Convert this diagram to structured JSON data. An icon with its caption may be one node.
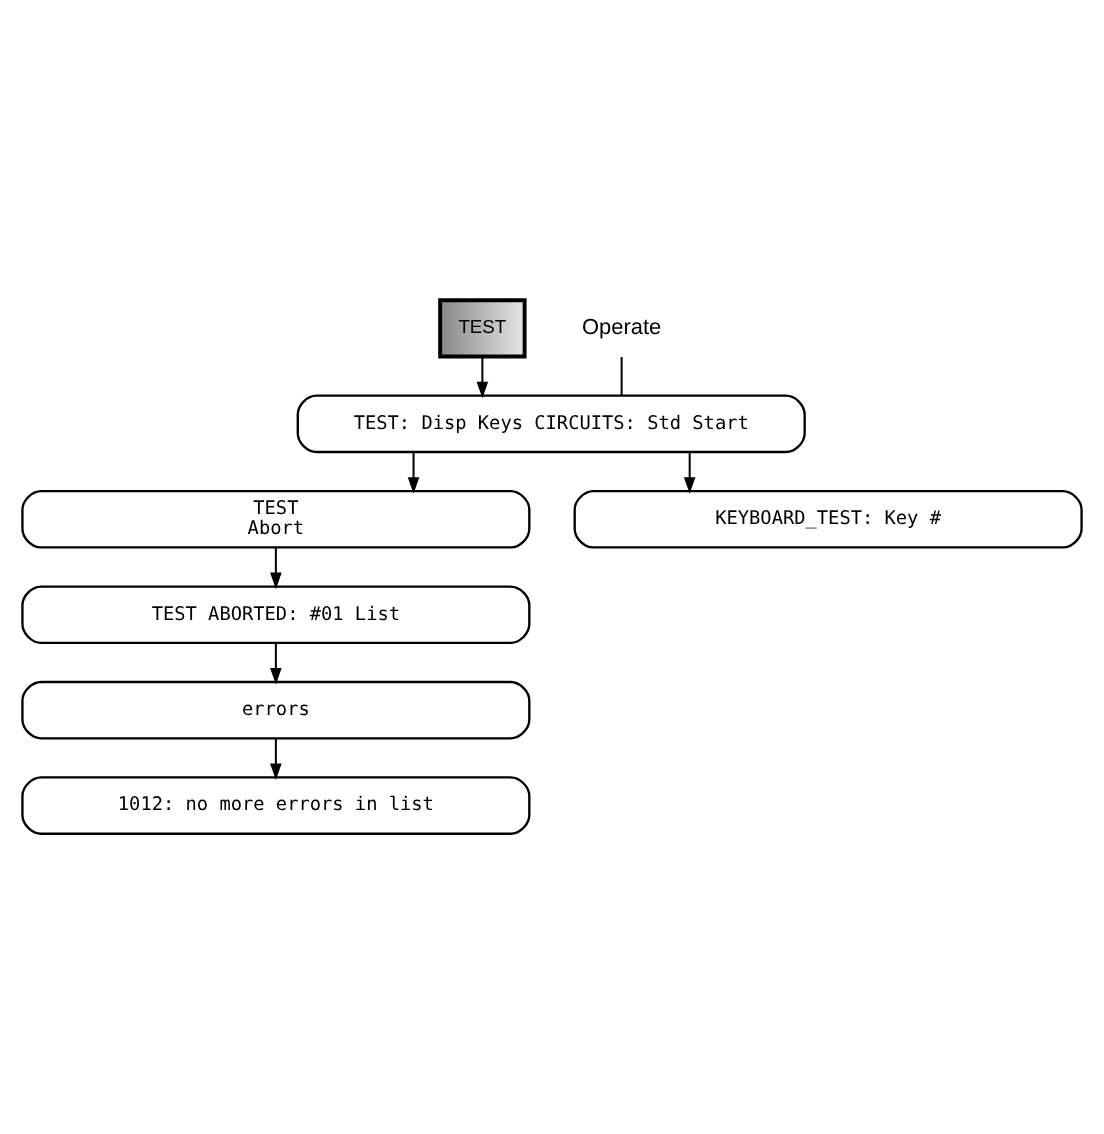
{
  "diagram": {
    "nodes": [
      {
        "text": [
          "TEST"
        ]
      },
      {
        "text": [
          "TEST: Disp Keys CIRCUITS: Std Start"
        ]
      },
      {
        "text": [
          "Operate"
        ]
      },
      {
        "text": [
          "TEST",
          "Abort"
        ]
      },
      {
        "text": [
          "KEYBOARD_TEST: Key #"
        ]
      },
      {
        "text": [
          "TEST ABORTED: #01 List"
        ]
      },
      {
        "text": [
          "errors"
        ]
      },
      {
        "text": [
          "1012: no more errors in list"
        ]
      }
    ],
    "edges": [
      {
        "from": 0,
        "to": 1,
        "arrow": "to"
      },
      {
        "from": 2,
        "to": 1,
        "arrow": "none"
      },
      {
        "from": 1,
        "to": 3,
        "arrow": "to"
      },
      {
        "from": 1,
        "to": 4,
        "arrow": "to"
      },
      {
        "from": 3,
        "to": 5,
        "arrow": "to"
      },
      {
        "from": 5,
        "to": 6,
        "arrow": "to"
      },
      {
        "from": 6,
        "to": 7,
        "arrow": "to"
      }
    ]
  }
}
